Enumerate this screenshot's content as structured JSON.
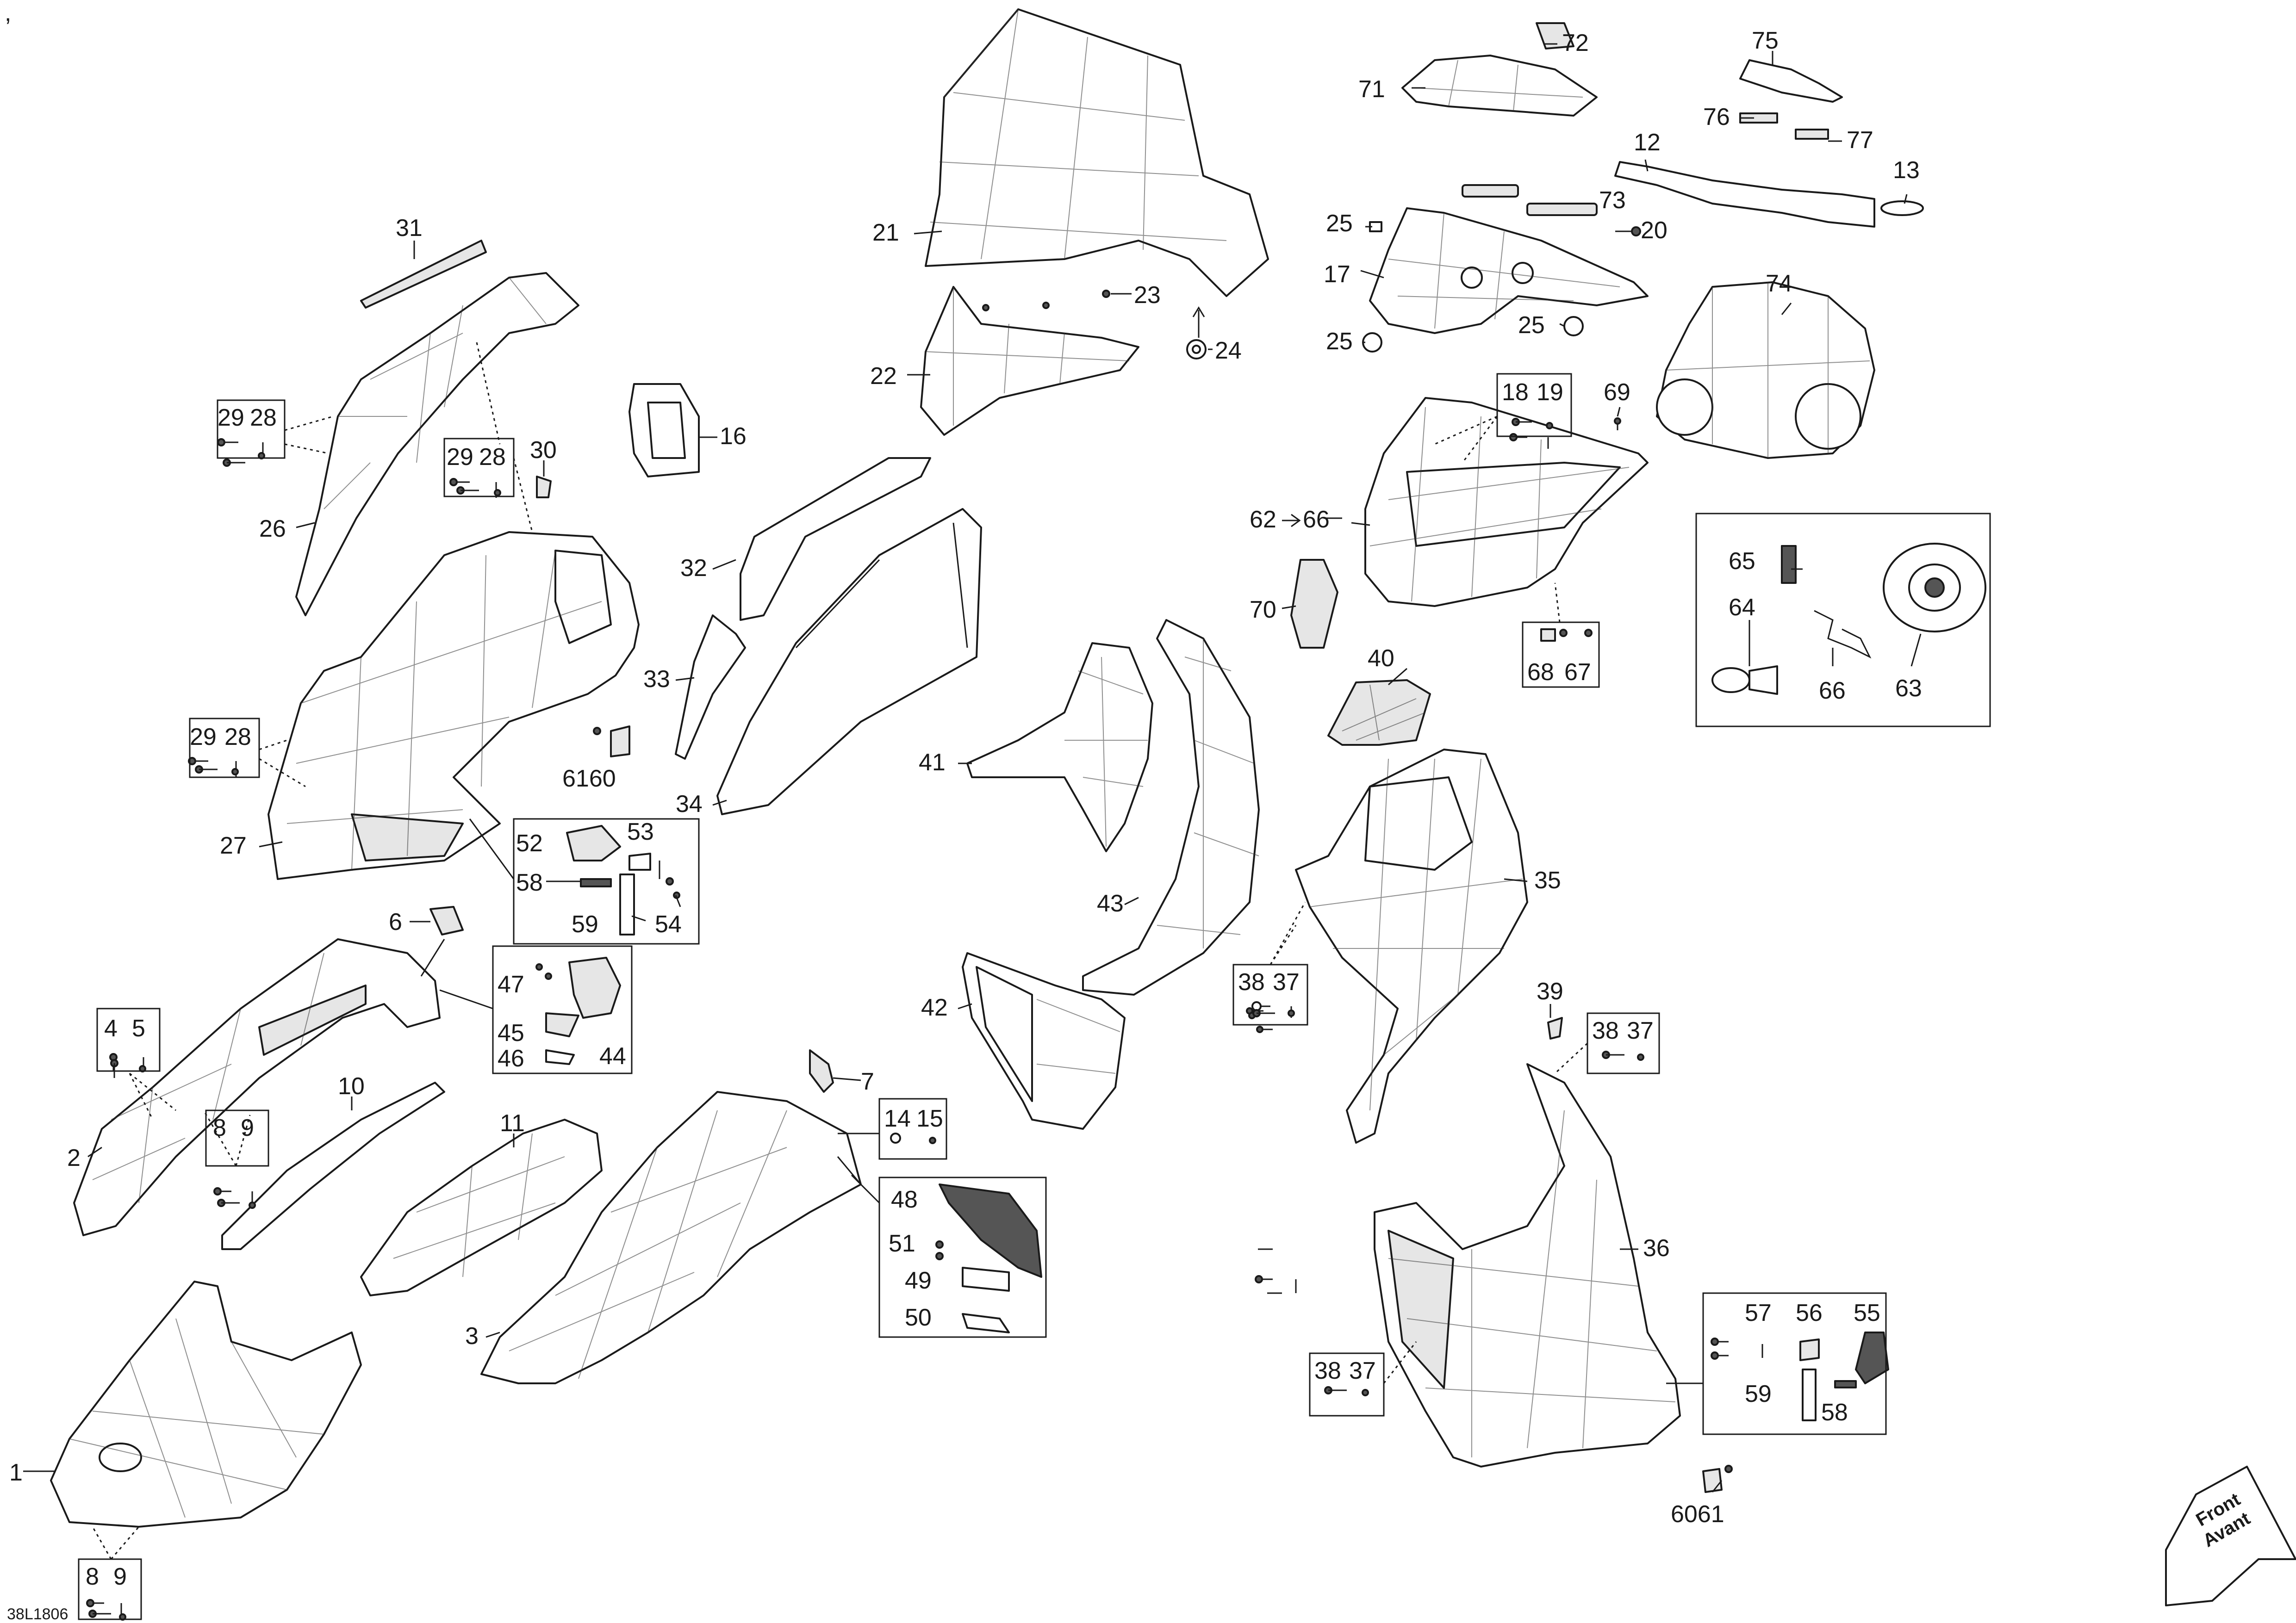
{
  "diagram_code": "38L1806",
  "corner_mark": ",",
  "front_indicator": {
    "line1": "Front",
    "line2": "Avant"
  },
  "labels": {
    "l1": "1",
    "l2": "2",
    "l3": "3",
    "l4": "4",
    "l5": "5",
    "l6": "6",
    "l7": "7",
    "l8a": "8",
    "l9a": "9",
    "l8b": "8",
    "l9b": "9",
    "l10": "10",
    "l11": "11",
    "l12": "12",
    "l13": "13",
    "l14": "14",
    "l15": "15",
    "l16": "16",
    "l17": "17",
    "l18": "18",
    "l19": "19",
    "l20": "20",
    "l21": "21",
    "l22": "22",
    "l23": "23",
    "l24": "24",
    "l25a": "25",
    "l25b": "25",
    "l25c": "25",
    "l26": "26",
    "l27": "27",
    "l28a": "28",
    "l29a": "29",
    "l28b": "28",
    "l29b": "29",
    "l28c": "28",
    "l29c": "29",
    "l30": "30",
    "l31": "31",
    "l32": "32",
    "l33": "33",
    "l34": "34",
    "l35": "35",
    "l36": "36",
    "l37a": "37",
    "l38a": "38",
    "l37b": "37",
    "l38b": "38",
    "l37c": "37",
    "l38c": "38",
    "l39": "39",
    "l40": "40",
    "l41": "41",
    "l42": "42",
    "l43": "43",
    "l44": "44",
    "l45": "45",
    "l46": "46",
    "l47": "47",
    "l48": "48",
    "l49": "49",
    "l50": "50",
    "l51": "51",
    "l52": "52",
    "l53": "53",
    "l54": "54",
    "l55": "55",
    "l56": "56",
    "l57": "57",
    "l58a": "58",
    "l58b": "58",
    "l59a": "59",
    "l59b": "59",
    "l6061a": "6160",
    "l6061b": "6061",
    "l62": "62",
    "l66a": "66",
    "l63": "63",
    "l64": "64",
    "l65": "65",
    "l66b": "66",
    "l67": "67",
    "l68": "68",
    "l69": "69",
    "l70": "70",
    "l71": "71",
    "l72": "72",
    "l73": "73",
    "l74": "74",
    "l75": "75",
    "l76": "76",
    "l77": "77"
  }
}
